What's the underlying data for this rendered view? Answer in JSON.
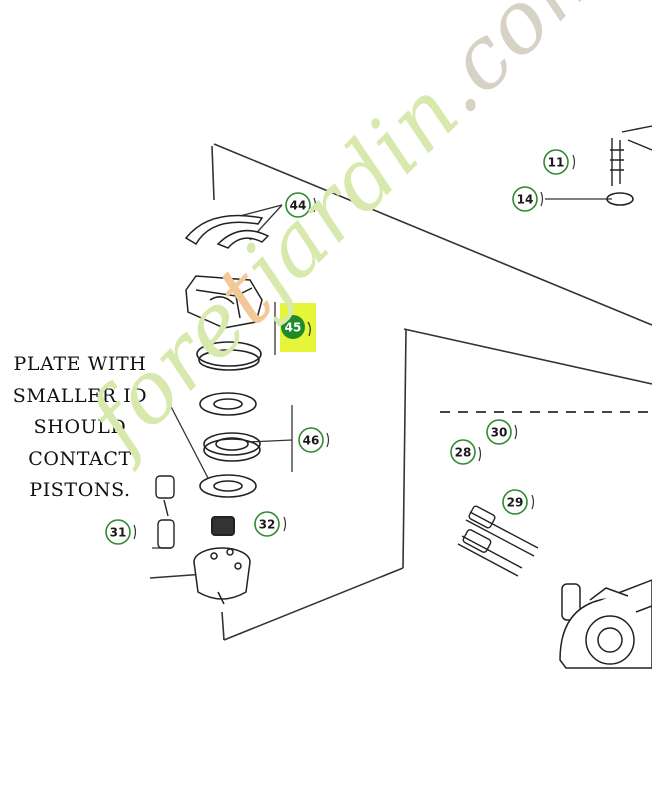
{
  "callouts": [
    {
      "id": "11",
      "label": "11",
      "highlight": false
    },
    {
      "id": "14",
      "label": "14",
      "highlight": false
    },
    {
      "id": "44",
      "label": "44",
      "highlight": false
    },
    {
      "id": "45",
      "label": "45",
      "highlight": true
    },
    {
      "id": "46",
      "label": "46",
      "highlight": false
    },
    {
      "id": "30",
      "label": "30",
      "highlight": false
    },
    {
      "id": "28",
      "label": "28",
      "highlight": false
    },
    {
      "id": "29",
      "label": "29",
      "highlight": false
    },
    {
      "id": "31",
      "label": "31",
      "highlight": false
    },
    {
      "id": "32",
      "label": "32",
      "highlight": false
    }
  ],
  "note": {
    "lines": [
      "PLATE WITH",
      "SMALLER ID",
      "SHOULD",
      "CONTACT",
      "PISTONS."
    ]
  },
  "watermark": {
    "part_a": "fore",
    "part_b": "t",
    "part_c": "jardin",
    "part_d": ".com"
  },
  "colors": {
    "callout_border": "#2e8b2e",
    "callout_text": "#1a1a1a",
    "highlight_bg": "#e6f53a",
    "highlight_circle": "#1f8a2a",
    "watermark_green": "#d7e9ac",
    "watermark_orange": "#f3c897",
    "watermark_grey": "#d7d2c6"
  }
}
